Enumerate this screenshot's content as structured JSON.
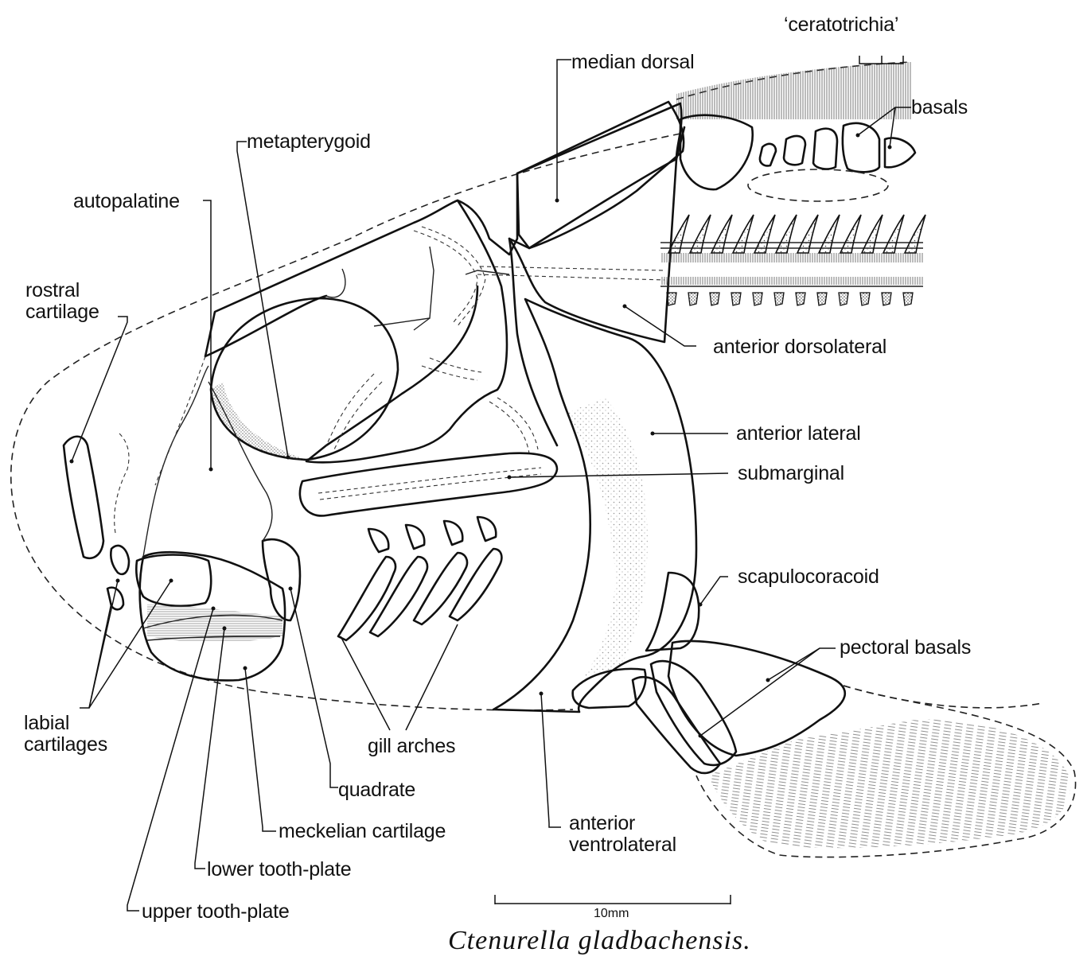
{
  "diagram": {
    "caption": "Ctenurella gladbachensis.",
    "scale_bar": "10mm",
    "labels": {
      "ceratotrichia": "‘ceratotrichia’",
      "median_dorsal": "median dorsal",
      "basals": "basals",
      "metapterygoid": "metapterygoid",
      "autopalatine": "autopalatine",
      "rostral_cartilage": "rostral\ncartilage",
      "anterior_dorsolateral": "anterior dorsolateral",
      "anterior_lateral": "anterior lateral",
      "submarginal": "submarginal",
      "scapulocoracoid": "scapulocoracoid",
      "pectoral_basals": "pectoral basals",
      "labial_cartilages": "labial\ncartilages",
      "gill_arches": "gill arches",
      "quadrate": "quadrate",
      "meckelian_cartilage": "meckelian cartilage",
      "anterior_ventrolateral": "anterior\nventrolateral",
      "lower_tooth_plate": "lower tooth-plate",
      "upper_tooth_plate": "upper tooth-plate"
    }
  }
}
